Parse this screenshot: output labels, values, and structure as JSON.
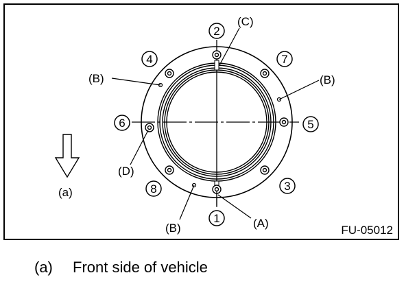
{
  "figure_code": "FU-05012",
  "legend": {
    "key": "(a)",
    "text": "Front side of vehicle"
  },
  "direction_label": "(a)",
  "bolt_order": [
    "1",
    "2",
    "3",
    "4",
    "5",
    "6",
    "7",
    "8"
  ],
  "callouts": {
    "A": "(A)",
    "B": "(B)",
    "C": "(C)",
    "D": "(D)"
  }
}
